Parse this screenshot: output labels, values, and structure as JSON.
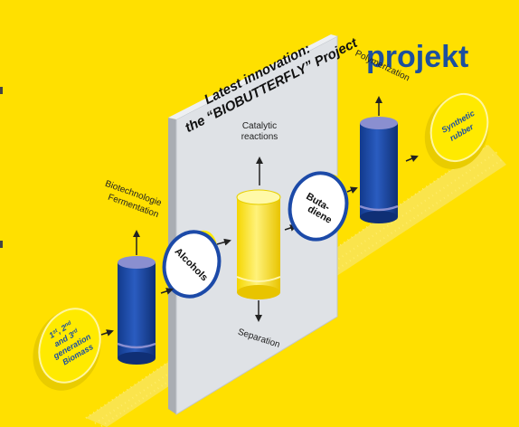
{
  "colors": {
    "background": "#ffe000",
    "title_blue": "#1c4f9e",
    "panel": "#dfe2e6",
    "panel_edge": "#b8bcc2",
    "cylinder_blue": "#1c4aa8",
    "cylinder_top": "#8a8fd0",
    "cylinder_yellow": "#ffea2e",
    "text_dark": "#222222"
  },
  "header": {
    "title": "projekt"
  },
  "banner": {
    "line1": "Latest innovation:",
    "line2": "the “BIOBUTTERFLY” Project"
  },
  "labels": {
    "catalytic_line1": "Catalytic",
    "catalytic_line2": "reactions",
    "separation": "Separation",
    "polymerization": "Polymerization",
    "biotech_line1": "Biotechnologie",
    "biotech_line2": "Fermentation"
  },
  "discs": {
    "alcohols": "Alcohols",
    "butadiene_line1": "Buta-",
    "butadiene_line2": "diene",
    "rubber_line1": "Synthetic",
    "rubber_line2": "rubber",
    "biomass": {
      "first": "1",
      "first_sup": "st",
      "second": ", 2",
      "second_sup": "nd",
      "and_third": "and 3",
      "third_sup": "rd",
      "line3": "generation",
      "line4": "Biomass"
    }
  },
  "icons": {
    "process_flow": "arrow-icon"
  }
}
